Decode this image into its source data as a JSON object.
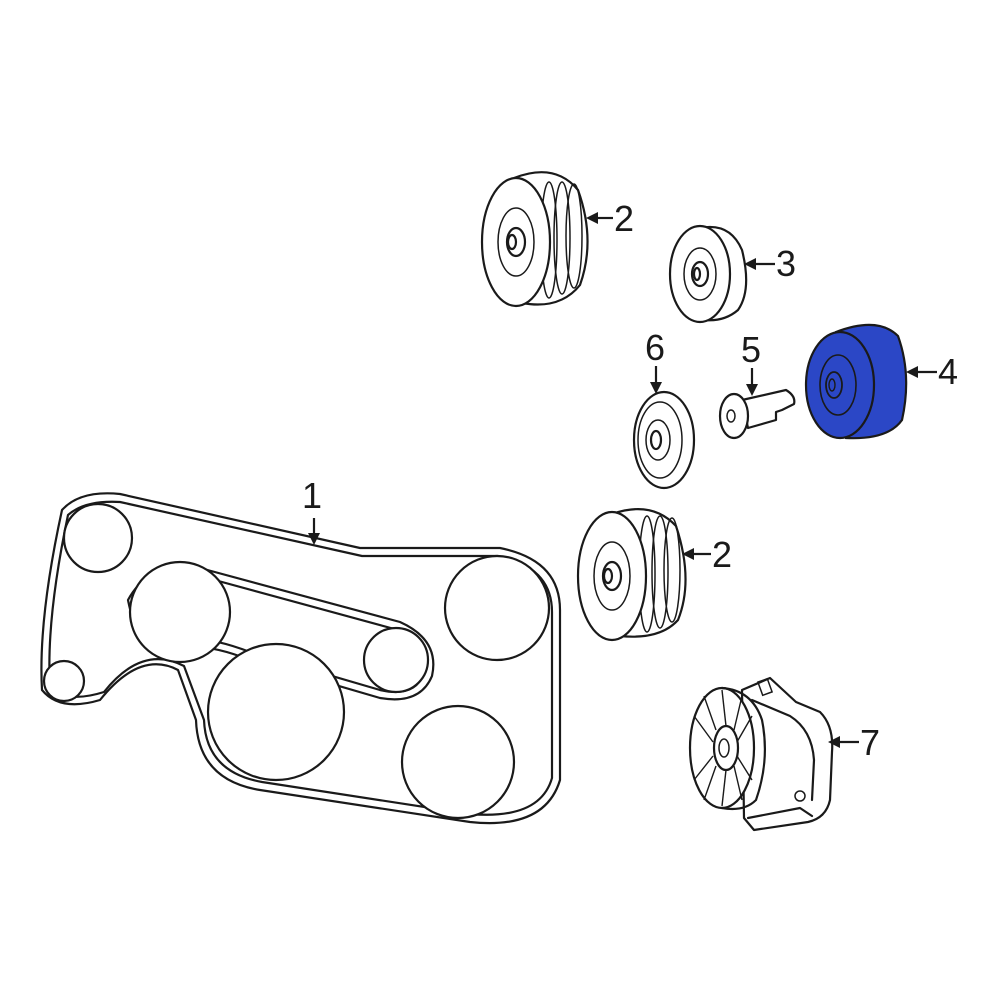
{
  "highlight_color": "#2b47c6",
  "line_color": "#1a1a1a",
  "background": "#ffffff",
  "callouts": [
    {
      "id": "belt",
      "label": "1"
    },
    {
      "id": "idler-upper",
      "label": "2"
    },
    {
      "id": "idler-small",
      "label": "3"
    },
    {
      "id": "idler-highlighted",
      "label": "4"
    },
    {
      "id": "bolt",
      "label": "5"
    },
    {
      "id": "cover",
      "label": "6"
    },
    {
      "id": "idler-lower",
      "label": "2"
    },
    {
      "id": "tensioner",
      "label": "7"
    }
  ],
  "highlighted_part": "4"
}
